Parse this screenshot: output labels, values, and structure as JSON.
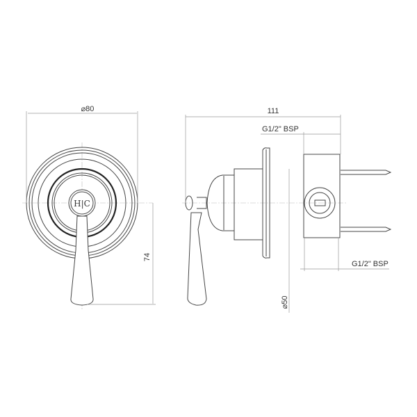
{
  "front_view": {
    "diameter_label": "⌀80",
    "height_label": "74",
    "plate_marking": "H|C"
  },
  "side_view": {
    "length_label": "111",
    "inlet_top_label": "G1/2\" BSP",
    "inlet_bottom_label": "G1/2\" BSP",
    "body_diameter_label": "⌀50"
  },
  "colors": {
    "line": "#444444",
    "dimension": "#999999"
  }
}
